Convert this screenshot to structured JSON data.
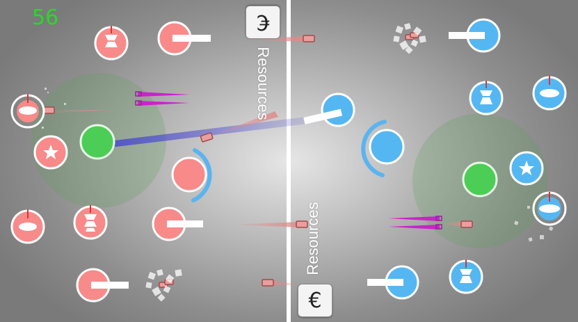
{
  "hud": {
    "score": "56"
  },
  "top_resources": {
    "label": "Resources",
    "button_glyph": "€"
  },
  "bottom_resources": {
    "label": "Resources",
    "button_glyph": "€"
  },
  "colors": {
    "red_team": "#f88a8a",
    "blue_team": "#55b7f2",
    "base": "#4ccd55",
    "center_line": "#ffffff",
    "beam": "#5a5ac8",
    "laser": "#cc22cc"
  },
  "icons": [
    "star-icon",
    "diamond-stack-icon",
    "disk-icon",
    "euro-icon"
  ]
}
